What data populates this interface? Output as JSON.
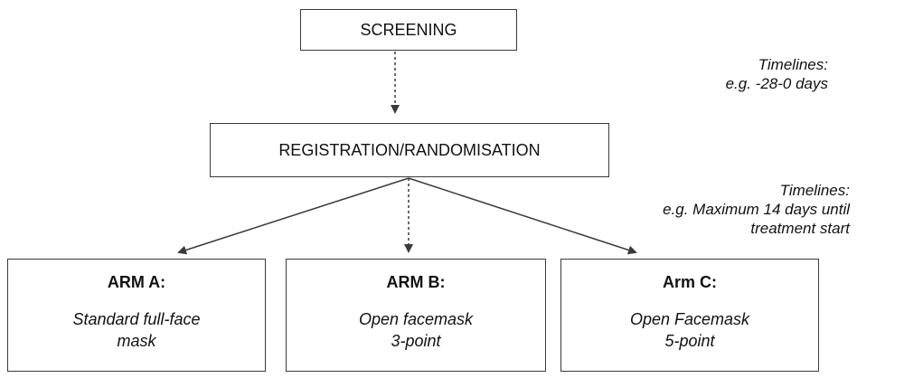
{
  "boxes": {
    "screening": "SCREENING",
    "registration": "REGISTRATION/RANDOMISATION"
  },
  "arms": [
    {
      "title": "ARM A:",
      "description": "Standard full-face\nmask"
    },
    {
      "title": "ARM B:",
      "description": "Open facemask\n3-point"
    },
    {
      "title": "Arm C:",
      "description": "Open Facemask\n5-point"
    }
  ],
  "timelines": [
    {
      "text": "Timelines:\ne.g. -28-0 days"
    },
    {
      "text": "Timelines:\ne.g. Maximum 14 days until\ntreatment start"
    }
  ],
  "colors": {
    "line": "#3a3a3a",
    "text": "#111111"
  }
}
